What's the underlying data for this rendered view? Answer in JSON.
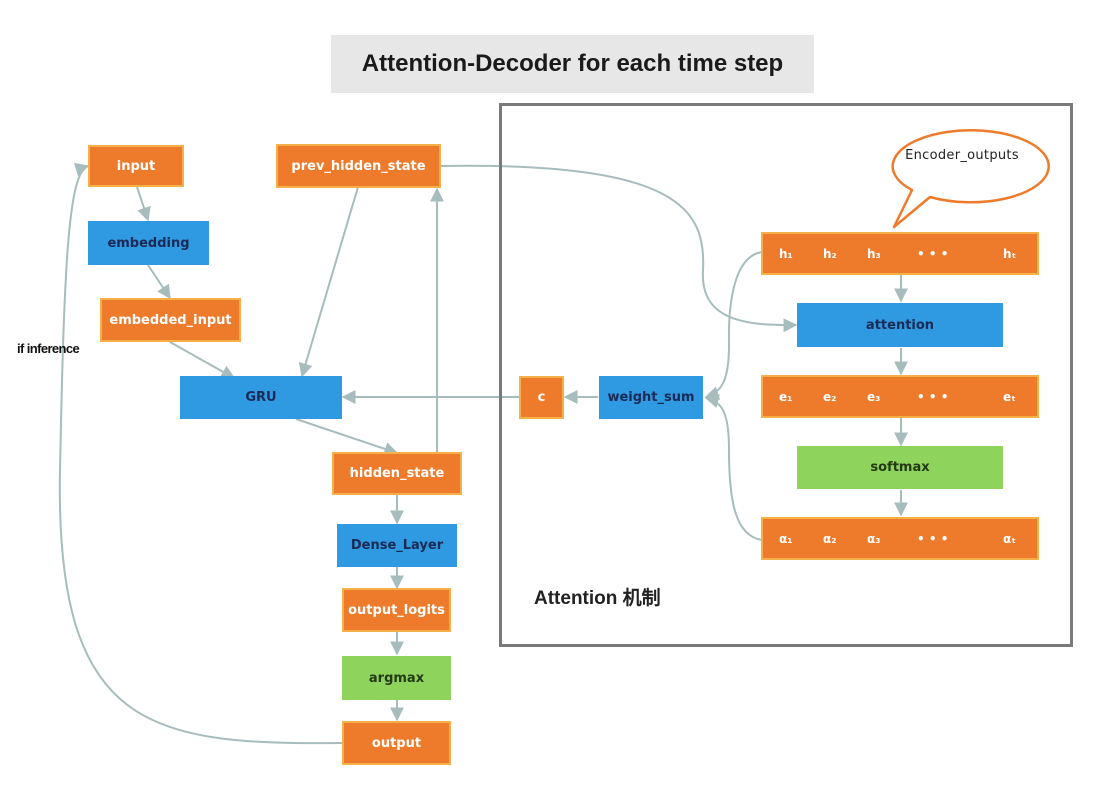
{
  "title": "Attention-Decoder for each time step",
  "attention_frame_label": "Attention 机制",
  "inference_label": "if inference",
  "encoder_bubble": "Encoder_outputs",
  "colors": {
    "orange": "#ee7b2c",
    "orange_border": "#f6b049",
    "blue": "#2f9ae2",
    "green": "#8ed45c",
    "arrow": "#a7bcbc",
    "frame": "#7a7a7a",
    "title_bg": "#e7e7e7"
  },
  "decoder_nodes": {
    "input": "input",
    "embedding": "embedding",
    "embedded_input": "embedded_input",
    "prev_hidden_state": "prev_hidden_state",
    "gru": "GRU",
    "hidden_state": "hidden_state",
    "dense_layer": "Dense_Layer",
    "output_logits": "output_logits",
    "argmax": "argmax",
    "output": "output"
  },
  "attention_nodes": {
    "c": "c",
    "weight_sum": "weight_sum",
    "attention": "attention",
    "softmax": "softmax"
  },
  "sequences": {
    "h": [
      "h₁",
      "h₂",
      "h₃",
      "• • •",
      "hₜ"
    ],
    "e": [
      "e₁",
      "e₂",
      "e₃",
      "• • •",
      "eₜ"
    ],
    "alpha": [
      "α₁",
      "α₂",
      "α₃",
      "• • •",
      "αₜ"
    ]
  }
}
